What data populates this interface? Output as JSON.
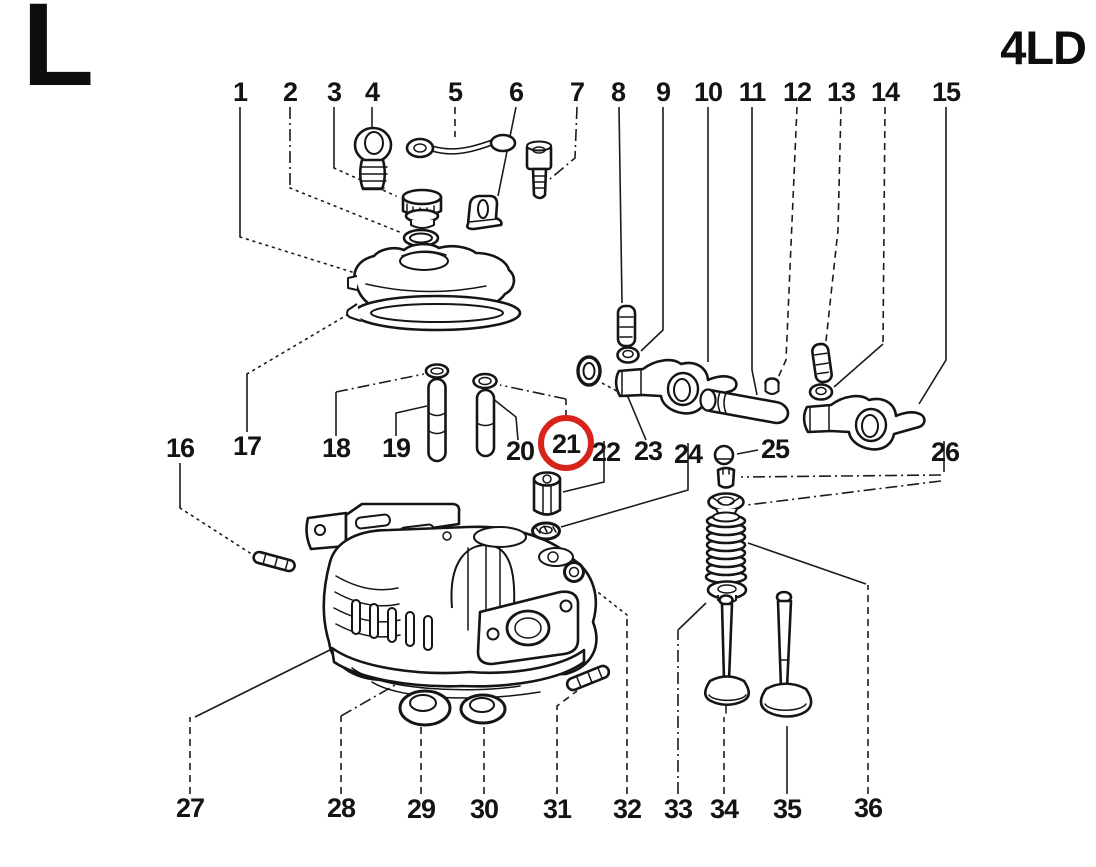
{
  "header": {
    "logo": "L",
    "model": "4LD"
  },
  "diagram": {
    "highlight": {
      "part": "21",
      "color": "#d8231b"
    },
    "callouts": [
      "1",
      "2",
      "3",
      "4",
      "5",
      "6",
      "7",
      "8",
      "9",
      "10",
      "11",
      "12",
      "13",
      "14",
      "15",
      "16",
      "17",
      "18",
      "19",
      "20",
      "21",
      "22",
      "23",
      "24",
      "25",
      "26",
      "27",
      "28",
      "29",
      "30",
      "31",
      "32",
      "33",
      "34",
      "35",
      "36"
    ]
  }
}
